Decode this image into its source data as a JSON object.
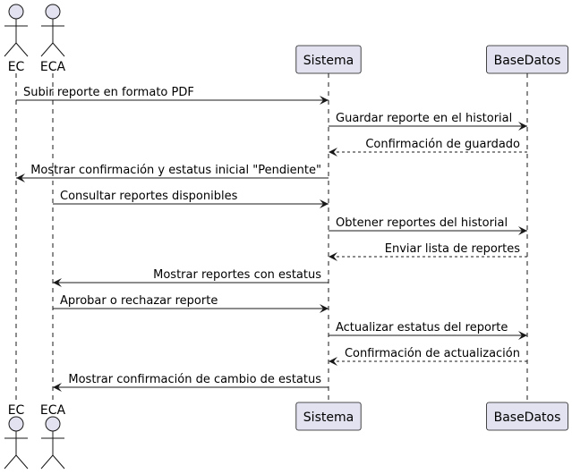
{
  "diagram": {
    "type": "sequence",
    "colors": {
      "participant_fill": "#E2E2F0",
      "participant_stroke": "#181818",
      "lifeline": "#181818",
      "arrow": "#181818"
    },
    "participants": [
      {
        "id": "ec",
        "label": "EC",
        "kind": "actor"
      },
      {
        "id": "eca",
        "label": "ECA",
        "kind": "actor"
      },
      {
        "id": "sistema",
        "label": "Sistema",
        "kind": "participant"
      },
      {
        "id": "basedatos",
        "label": "BaseDatos",
        "kind": "participant"
      }
    ],
    "messages": [
      {
        "from": "ec",
        "to": "sistema",
        "label": "Subir reporte en formato PDF",
        "style": "solid"
      },
      {
        "from": "sistema",
        "to": "basedatos",
        "label": "Guardar reporte en el historial",
        "style": "solid"
      },
      {
        "from": "basedatos",
        "to": "sistema",
        "label": "Confirmación de guardado",
        "style": "dashed"
      },
      {
        "from": "sistema",
        "to": "ec",
        "label": "Mostrar confirmación y estatus inicial \"Pendiente\"",
        "style": "solid"
      },
      {
        "from": "eca",
        "to": "sistema",
        "label": "Consultar reportes disponibles",
        "style": "solid"
      },
      {
        "from": "sistema",
        "to": "basedatos",
        "label": "Obtener reportes del historial",
        "style": "solid"
      },
      {
        "from": "basedatos",
        "to": "sistema",
        "label": "Enviar lista de reportes",
        "style": "dashed"
      },
      {
        "from": "sistema",
        "to": "eca",
        "label": "Mostrar reportes con estatus",
        "style": "solid"
      },
      {
        "from": "eca",
        "to": "sistema",
        "label": "Aprobar o rechazar reporte",
        "style": "solid"
      },
      {
        "from": "sistema",
        "to": "basedatos",
        "label": "Actualizar estatus del reporte",
        "style": "solid"
      },
      {
        "from": "basedatos",
        "to": "sistema",
        "label": "Confirmación de actualización",
        "style": "dashed"
      },
      {
        "from": "sistema",
        "to": "eca",
        "label": "Mostrar confirmación de cambio de estatus",
        "style": "solid"
      }
    ]
  }
}
